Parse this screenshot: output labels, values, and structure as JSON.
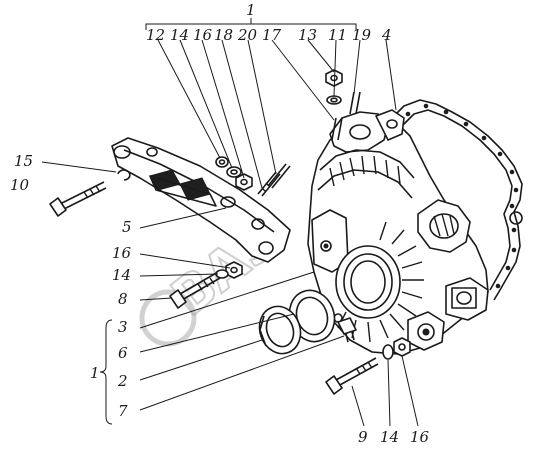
{
  "watermark": "ВАЗ",
  "labels": {
    "top_group": "1",
    "l12": "12",
    "l14a": "14",
    "l16a": "16",
    "l18": "18",
    "l20": "20",
    "l17": "17",
    "l13": "13",
    "l11": "11",
    "l19": "19",
    "l4": "4",
    "l15": "15",
    "l10": "10",
    "l5": "5",
    "l16b": "16",
    "l14b": "14",
    "l8": "8",
    "l3": "3",
    "l6": "6",
    "l2": "2",
    "l7": "7",
    "left_group": "1",
    "l9": "9",
    "l14c": "14",
    "l16c": "16"
  }
}
